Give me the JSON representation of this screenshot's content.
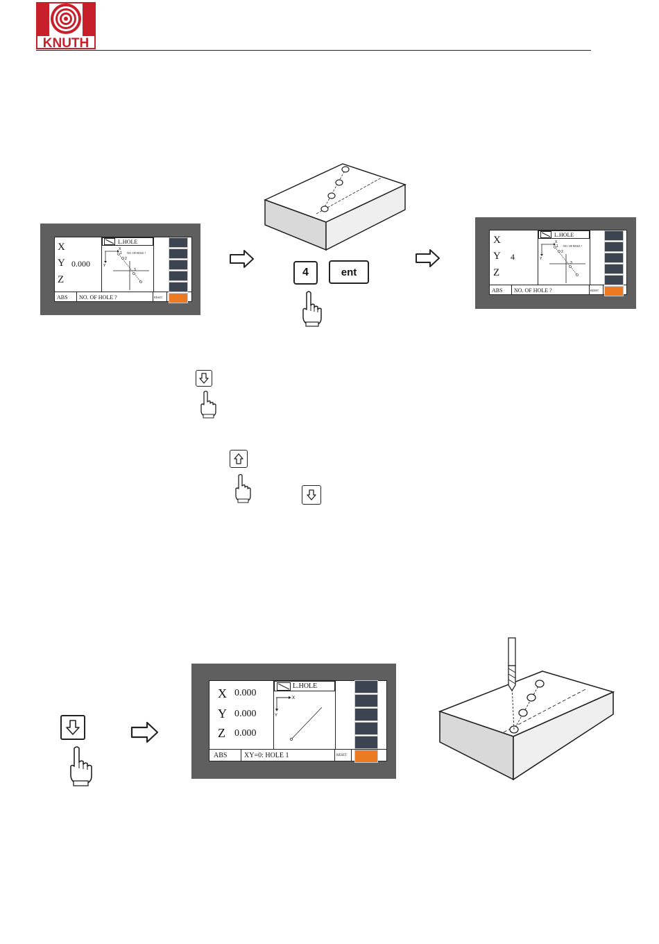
{
  "header": {
    "logo_text": "KNUTH"
  },
  "dro_screen_1": {
    "axes": [
      {
        "label": "X",
        "value": ""
      },
      {
        "label": "Y",
        "value": "0.000"
      },
      {
        "label": "Z",
        "value": ""
      }
    ],
    "mode_title": "L.HOLE",
    "prompt": "NO. OF HOLE ?",
    "status_mode": "ABS",
    "status_prompt": "NO. OF HOLE ?",
    "reset_label": "RESET"
  },
  "keypad": {
    "number_key": "4",
    "enter_key": "ent"
  },
  "dro_screen_2": {
    "axes": [
      {
        "label": "X",
        "value": ""
      },
      {
        "label": "Y",
        "value": "4"
      },
      {
        "label": "Z",
        "value": ""
      }
    ],
    "mode_title": "L.HOLE",
    "prompt": "NO. OF HOLE ?",
    "status_mode": "ABS",
    "status_prompt": "NO. OF HOLE ?",
    "reset_label": "RESET"
  },
  "dro_screen_3": {
    "axes": [
      {
        "label": "X",
        "value": "0.000"
      },
      {
        "label": "Y",
        "value": "0.000"
      },
      {
        "label": "Z",
        "value": "0.000"
      }
    ],
    "mode_title": "L.HOLE",
    "status_mode": "ABS",
    "status_prompt": "XY=0: HOLE 1",
    "reset_label": "RESET"
  },
  "diagram_labels": {
    "hole_1": "1",
    "hole_2": "2",
    "hole_3": "3",
    "axis_x": "X",
    "axis_y": "Y"
  },
  "colors": {
    "frame": "#5f5f5f",
    "key_dark": "#3b4450",
    "key_orange": "#ec7a23",
    "logo_red": "#c8202a"
  }
}
